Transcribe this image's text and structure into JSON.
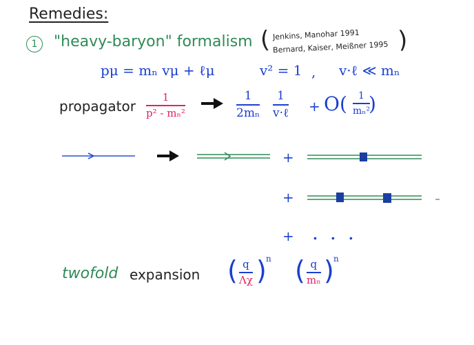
{
  "title": "Remedies:",
  "item": {
    "marker": "1",
    "label": "\"heavy-baryon\" formalism",
    "refs": [
      "Jenkins, Manohar 1991",
      "Bernard, Kaiser, Meißner 1995"
    ]
  },
  "momentum": {
    "decomposition": "pμ = mₙ vμ + ℓμ",
    "v_squared": "v² = 1",
    "separator": ",",
    "condition": "v·ℓ ≪ mₙ"
  },
  "propagator": {
    "label": "propagator",
    "lhs_num": "1",
    "lhs_den": "p² - mₙ²",
    "rhs1_num": "1",
    "rhs1_den": "2mₙ",
    "rhs2_num": "1",
    "rhs2_den": "v·ℓ",
    "plus": "+",
    "order": "O(",
    "order_num": "1",
    "order_den": "mₙ²",
    "order_close": ")"
  },
  "diagrams": {
    "plus1": "+",
    "plus2": "+",
    "plus3": "+",
    "ellipsis": ". . ."
  },
  "expansion": {
    "twofold": "twofold",
    "label": "expansion",
    "term1_num": "q",
    "term1_den": "Λχ",
    "term1_exp": "n",
    "term2_num": "q",
    "term2_den": "mₙ",
    "term2_exp": "n"
  },
  "colors": {
    "ink": "#222222",
    "green": "#2e8b57",
    "blue": "#1a3fd0",
    "red": "#e0245e",
    "vertex": "#1a3fa0"
  }
}
